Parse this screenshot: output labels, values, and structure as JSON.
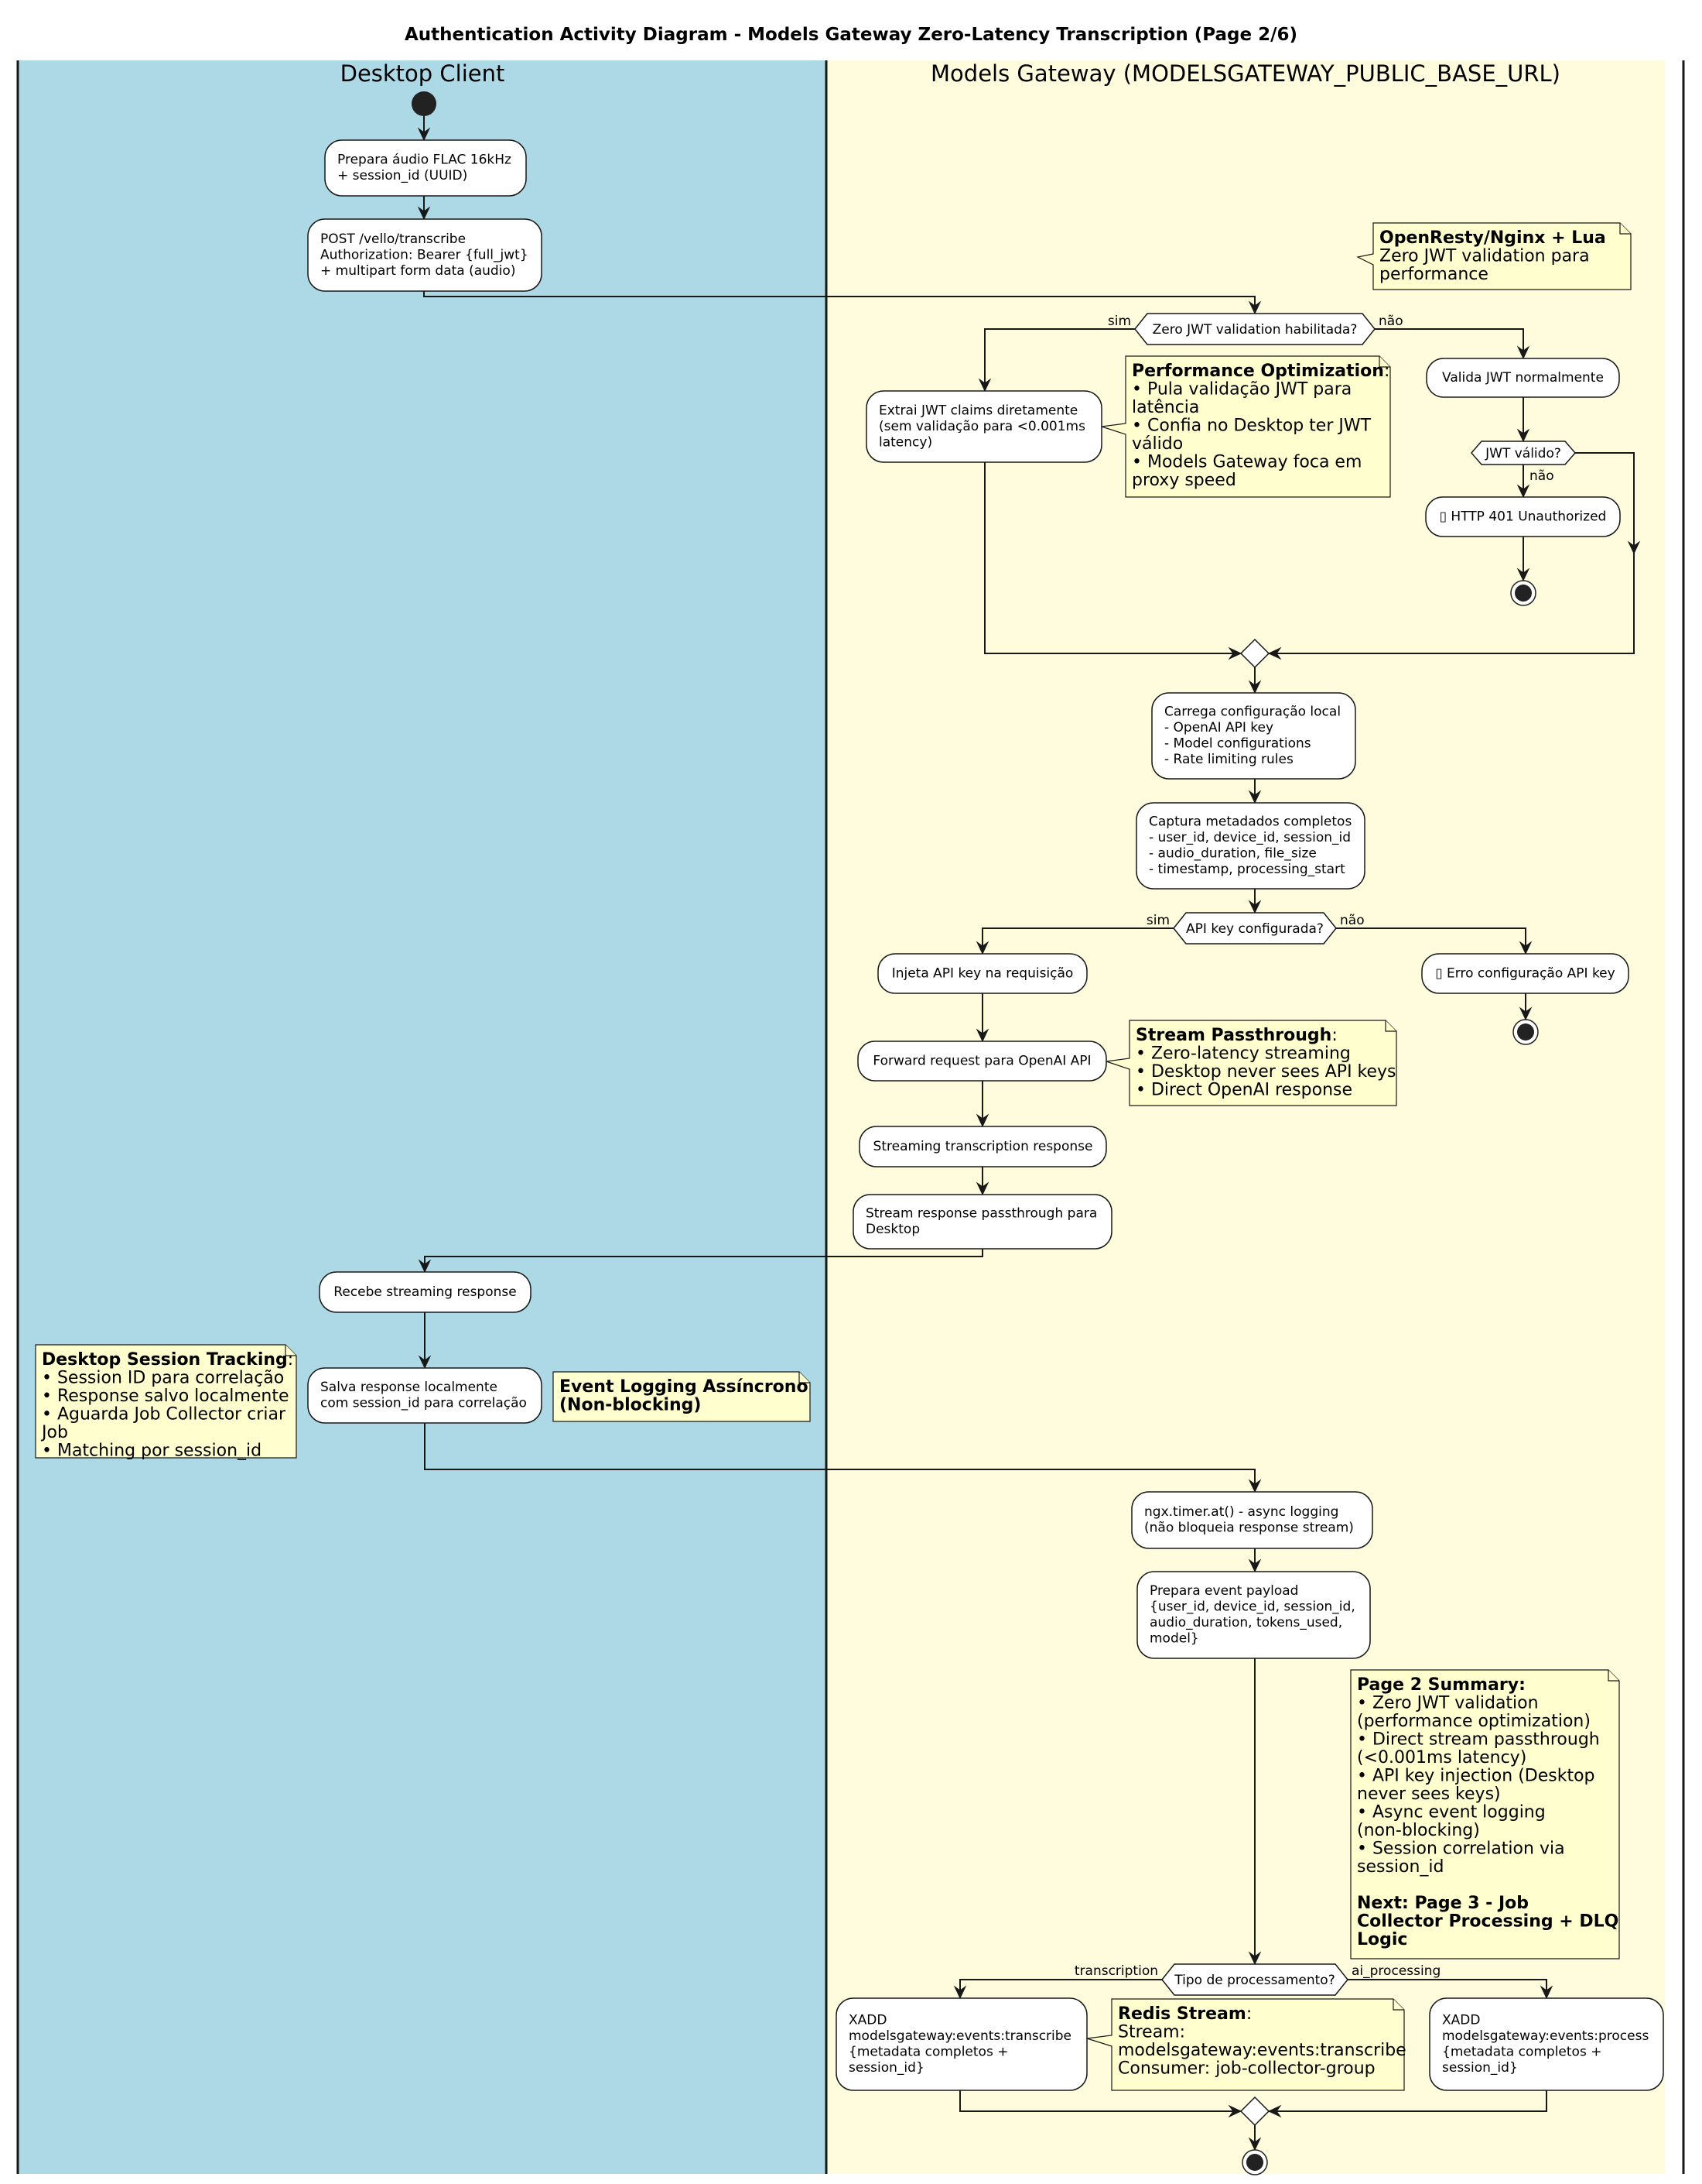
{
  "title": "Authentication Activity Diagram - Models Gateway Zero-Latency Transcription (Page 2/6)",
  "colors": {
    "desktop_lane": "#add8e6",
    "gateway_lane": "#fefcdc",
    "note_fill": "#fefece",
    "activity_fill": "#ffffff",
    "line": "#181818"
  },
  "lanes": {
    "desktop": {
      "title": "Desktop Client"
    },
    "gateway": {
      "title": "Models Gateway (MODELSGATEWAY_PUBLIC_BASE_URL)"
    }
  },
  "activities": {
    "prepara_audio": [
      "Prepara áudio FLAC 16kHz",
      "+ session_id (UUID)"
    ],
    "post_transcribe": [
      "POST /vello/transcribe",
      "Authorization: Bearer {full_jwt}",
      "+ multipart form data (audio)"
    ],
    "extrai_jwt": [
      "Extrai JWT claims diretamente",
      "(sem validação para <0.001ms",
      "latency)"
    ],
    "valida_jwt": [
      "Valida JWT normalmente"
    ],
    "http_401": [
      "▯ HTTP 401 Unauthorized"
    ],
    "carrega_config": [
      "Carrega configuração local",
      "- OpenAI API key",
      "- Model configurations",
      "- Rate limiting rules"
    ],
    "captura_metadados": [
      "Captura metadados completos",
      "- user_id, device_id, session_id",
      "- audio_duration, file_size",
      "- timestamp, processing_start"
    ],
    "injeta_api_key": [
      "Injeta API key na requisição"
    ],
    "erro_api_key": [
      "▯ Erro configuração API key"
    ],
    "forward_request": [
      "Forward request para OpenAI API"
    ],
    "streaming_response": [
      "Streaming transcription response"
    ],
    "stream_passthrough": [
      "Stream response passthrough para",
      "Desktop"
    ],
    "recebe_streaming": [
      "Recebe streaming response"
    ],
    "salva_response": [
      "Salva response localmente",
      "com session_id para correlação"
    ],
    "ngx_timer": [
      "ngx.timer.at() - async logging",
      "(não bloqueia response stream)"
    ],
    "prepara_payload": [
      "Prepara event payload",
      "{user_id, device_id, session_id,",
      "audio_duration, tokens_used,",
      "model}"
    ],
    "xadd_transcribe": [
      "XADD",
      "modelsgateway:events:transcribe",
      "{metadata completos +",
      "session_id}"
    ],
    "xadd_process": [
      "XADD",
      "modelsgateway:events:process",
      "{metadata completos +",
      "session_id}"
    ]
  },
  "decisions": {
    "zero_jwt": {
      "label": "Zero JWT validation habilitada?",
      "yes": "sim",
      "no": "não"
    },
    "jwt_valido": {
      "label": "JWT válido?",
      "no": "não"
    },
    "api_key": {
      "label": "API key configurada?",
      "yes": "sim",
      "no": "não"
    },
    "tipo_processamento": {
      "label": "Tipo de processamento?",
      "left": "transcription",
      "right": "ai_processing"
    }
  },
  "notes": {
    "openresty": [
      {
        "text": "OpenResty/Nginx + Lua",
        "bold": true
      },
      {
        "text": "Zero JWT validation para"
      },
      {
        "text": "performance"
      }
    ],
    "performance": [
      {
        "text": "Performance Optimization",
        "bold": true,
        "suffix": ":"
      },
      {
        "text": "• Pula validação JWT para"
      },
      {
        "text": "latência"
      },
      {
        "text": "• Confia no Desktop ter JWT"
      },
      {
        "text": "válido"
      },
      {
        "text": "• Models Gateway foca em"
      },
      {
        "text": "proxy speed"
      }
    ],
    "stream_passthrough": [
      {
        "text": "Stream Passthrough",
        "bold": true,
        "suffix": ":"
      },
      {
        "text": "• Zero-latency streaming"
      },
      {
        "text": "• Desktop never sees API keys"
      },
      {
        "text": "• Direct OpenAI response"
      }
    ],
    "desktop_session": [
      {
        "text": "Desktop Session Tracking",
        "bold": true,
        "suffix": ":"
      },
      {
        "text": "• Session ID para correlação"
      },
      {
        "text": "• Response salvo localmente"
      },
      {
        "text": "• Aguarda Job Collector criar"
      },
      {
        "text": "Job"
      },
      {
        "text": "• Matching por session_id"
      }
    ],
    "event_logging": [
      {
        "text": "Event Logging Assíncrono",
        "bold": true
      },
      {
        "text": "(Non-blocking)",
        "bold": true
      }
    ],
    "summary": [
      {
        "text": "Page 2 Summary:",
        "bold": true
      },
      {
        "text": "• Zero JWT validation"
      },
      {
        "text": "(performance optimization)"
      },
      {
        "text": "• Direct stream passthrough"
      },
      {
        "text": "(<0.001ms latency)"
      },
      {
        "text": "• API key injection (Desktop"
      },
      {
        "text": "never sees keys)"
      },
      {
        "text": "• Async event logging"
      },
      {
        "text": "(non-blocking)"
      },
      {
        "text": "• Session correlation via"
      },
      {
        "text": "session_id"
      },
      {
        "text": ""
      },
      {
        "text": "Next: Page 3 - Job",
        "bold": true
      },
      {
        "text": "Collector Processing + DLQ",
        "bold": true
      },
      {
        "text": "Logic",
        "bold": true
      }
    ],
    "redis_stream": [
      {
        "text": "Redis Stream",
        "bold": true,
        "suffix": ":"
      },
      {
        "text": "Stream:"
      },
      {
        "text": "modelsgateway:events:transcribe"
      },
      {
        "text": "Consumer: job-collector-group"
      }
    ]
  }
}
